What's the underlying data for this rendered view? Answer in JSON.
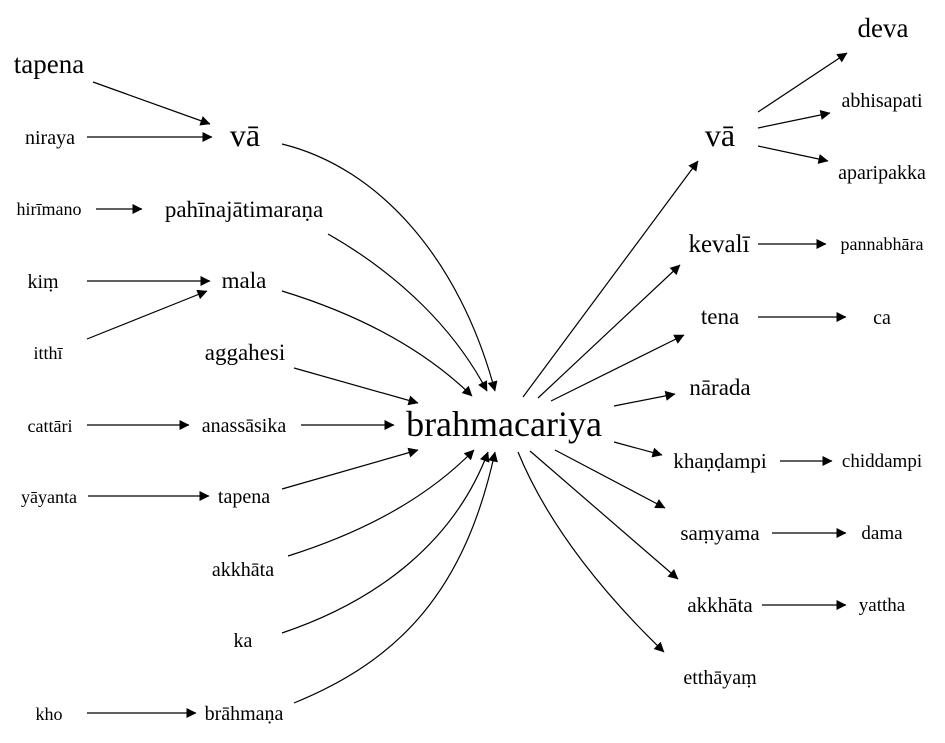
{
  "diagram": {
    "center": "brahmacariya",
    "nodes": {
      "tapena_top": "tapena",
      "va_left": "vā",
      "niraya": "niraya",
      "hirimano": "hirīmano",
      "pahinajatimarana": "pahīnajātimaraṇa",
      "kim": "kiṃ",
      "mala": "mala",
      "itthi": "itthī",
      "aggahesi": "aggahesi",
      "cattari": "cattāri",
      "anassasika": "anassāsika",
      "yayanta": "yāyanta",
      "tapena_low": "tapena",
      "akkhata_left": "akkhāta",
      "ka": "ka",
      "kho": "kho",
      "brahmana": "brāhmaṇa",
      "va_right": "vā",
      "deva": "deva",
      "abhisapati": "abhisapati",
      "aparipakka": "aparipakka",
      "kevali": "kevalī",
      "pannabhara": "pannabhāra",
      "tena": "tena",
      "ca": "ca",
      "narada": "nārada",
      "khandampi": "khaṇḍampi",
      "chiddampi": "chiddampi",
      "samyama": "saṃyama",
      "dama": "dama",
      "akkhata_right": "akkhāta",
      "yattha": "yattha",
      "etthayam": "etthāyaṃ"
    },
    "edges": [
      [
        "tapena_top",
        "va_left"
      ],
      [
        "niraya",
        "va_left"
      ],
      [
        "hirimano",
        "pahinajatimarana"
      ],
      [
        "kim",
        "mala"
      ],
      [
        "itthi",
        "mala"
      ],
      [
        "cattari",
        "anassasika"
      ],
      [
        "yayanta",
        "tapena_low"
      ],
      [
        "kho",
        "brahmana"
      ],
      [
        "va_left",
        "center"
      ],
      [
        "pahinajatimarana",
        "center"
      ],
      [
        "mala",
        "center"
      ],
      [
        "aggahesi",
        "center"
      ],
      [
        "anassasika",
        "center"
      ],
      [
        "tapena_low",
        "center"
      ],
      [
        "akkhata_left",
        "center"
      ],
      [
        "ka",
        "center"
      ],
      [
        "brahmana",
        "center"
      ],
      [
        "center",
        "va_right"
      ],
      [
        "center",
        "kevali"
      ],
      [
        "center",
        "tena"
      ],
      [
        "center",
        "narada"
      ],
      [
        "center",
        "khandampi"
      ],
      [
        "center",
        "samyama"
      ],
      [
        "center",
        "akkhata_right"
      ],
      [
        "center",
        "etthayam"
      ],
      [
        "va_right",
        "deva"
      ],
      [
        "va_right",
        "abhisapati"
      ],
      [
        "va_right",
        "aparipakka"
      ],
      [
        "kevali",
        "pannabhara"
      ],
      [
        "tena",
        "ca"
      ],
      [
        "khandampi",
        "chiddampi"
      ],
      [
        "samyama",
        "dama"
      ],
      [
        "akkhata_right",
        "yattha"
      ]
    ]
  }
}
